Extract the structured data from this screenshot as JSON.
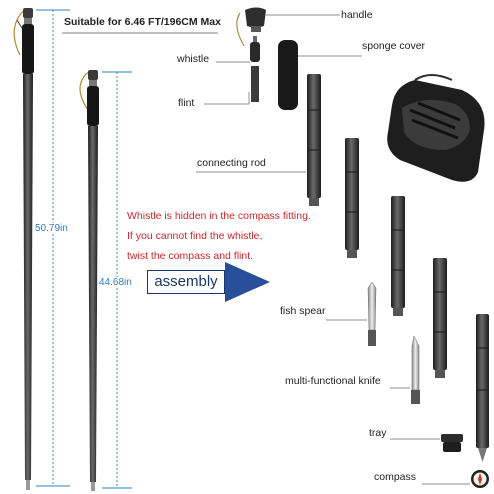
{
  "labels": {
    "max_length": "Suitable for 6.46 FT/196CM Max",
    "length_long": "50.79in",
    "length_short": "44.68in",
    "handle": "handle",
    "whistle": "whistle",
    "sponge_cover": "sponge cover",
    "flint": "flint",
    "connecting_rod": "connecting rod",
    "fish_spear": "fish spear",
    "knife": "multi-functional knife",
    "tray": "tray",
    "compass": "compass",
    "assembly": "assembly"
  },
  "note_lines": [
    "Whistle is hidden in the compass fitting.",
    "If you cannot find the whistle,",
    "twist the compass and flint."
  ],
  "colors": {
    "dimension": "#2e7fc2",
    "note": "#d1272c",
    "assembly": "#17366b",
    "arrow": "#2a4f9a",
    "pole": "#2a2a2a"
  }
}
